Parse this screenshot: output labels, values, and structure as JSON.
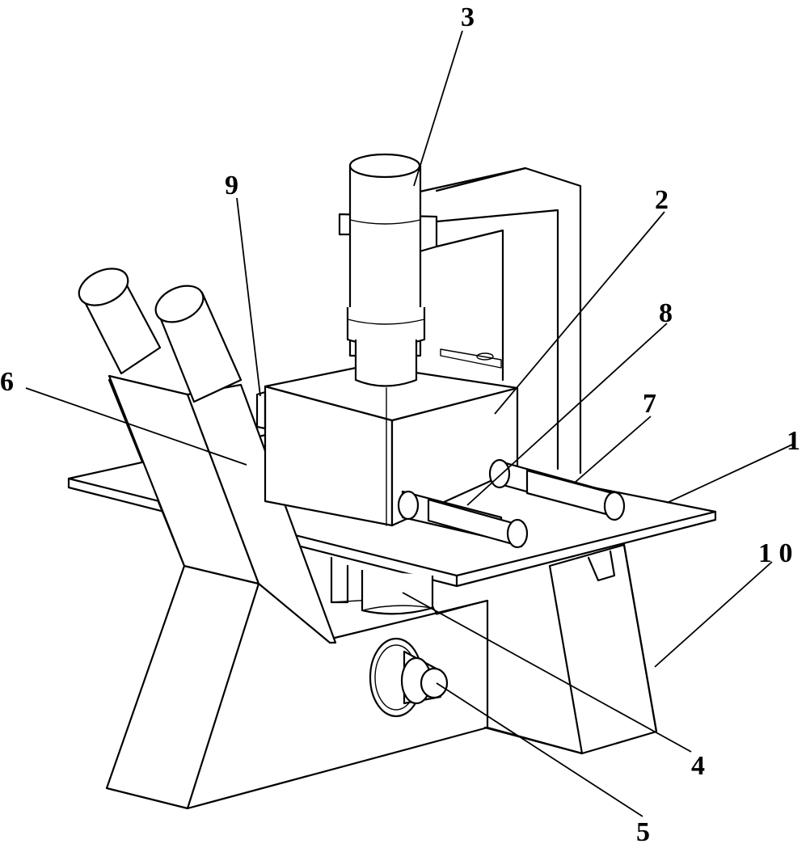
{
  "diagram": {
    "callouts": [
      {
        "id": "1",
        "label": "1"
      },
      {
        "id": "2",
        "label": "2"
      },
      {
        "id": "3",
        "label": "3"
      },
      {
        "id": "4",
        "label": "4"
      },
      {
        "id": "5",
        "label": "5"
      },
      {
        "id": "6",
        "label": "6"
      },
      {
        "id": "7",
        "label": "7"
      },
      {
        "id": "8",
        "label": "8"
      },
      {
        "id": "9",
        "label": "9"
      },
      {
        "id": "10",
        "label": "1 0"
      }
    ]
  }
}
